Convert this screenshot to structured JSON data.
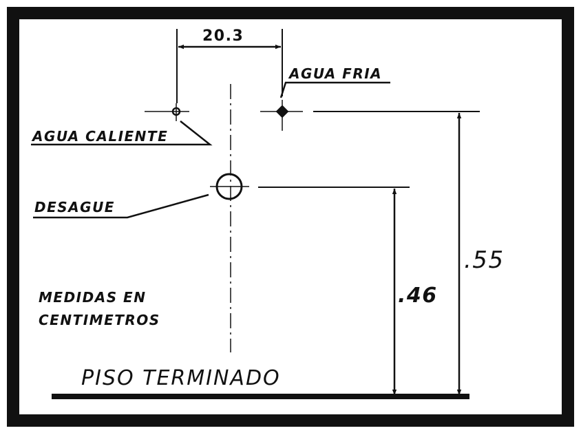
{
  "drawing": {
    "dimension_width": "20.3",
    "cold_water_label": "AGUA FRIA",
    "hot_water_label": "AGUA CALIENTE",
    "drain_label": "DESAGUE",
    "units_note_line1": "MEDIDAS EN",
    "units_note_line2": "CENTIMETROS",
    "drain_height": ".46",
    "supply_height": ".55",
    "floor_label": "PISO TERMINADO"
  },
  "colors": {
    "ink": "#111111",
    "paper": "#ffffff"
  }
}
